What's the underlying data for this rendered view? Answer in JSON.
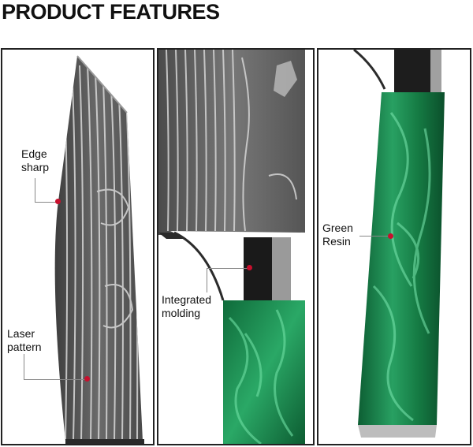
{
  "header": {
    "title": "PRODUCT FEATURES"
  },
  "features": {
    "edge": {
      "line1": "Edge",
      "line2": "sharp"
    },
    "laser": {
      "line1": "Laser",
      "line2": "pattern"
    },
    "molding": {
      "line1": "Integrated",
      "line2": "molding"
    },
    "resin": {
      "line1": "Green",
      "line2": "Resin"
    }
  },
  "colors": {
    "accent_dot": "#c8102e",
    "resin_green": "#1f8a4c",
    "blade_steel": "#5a5a5a"
  }
}
